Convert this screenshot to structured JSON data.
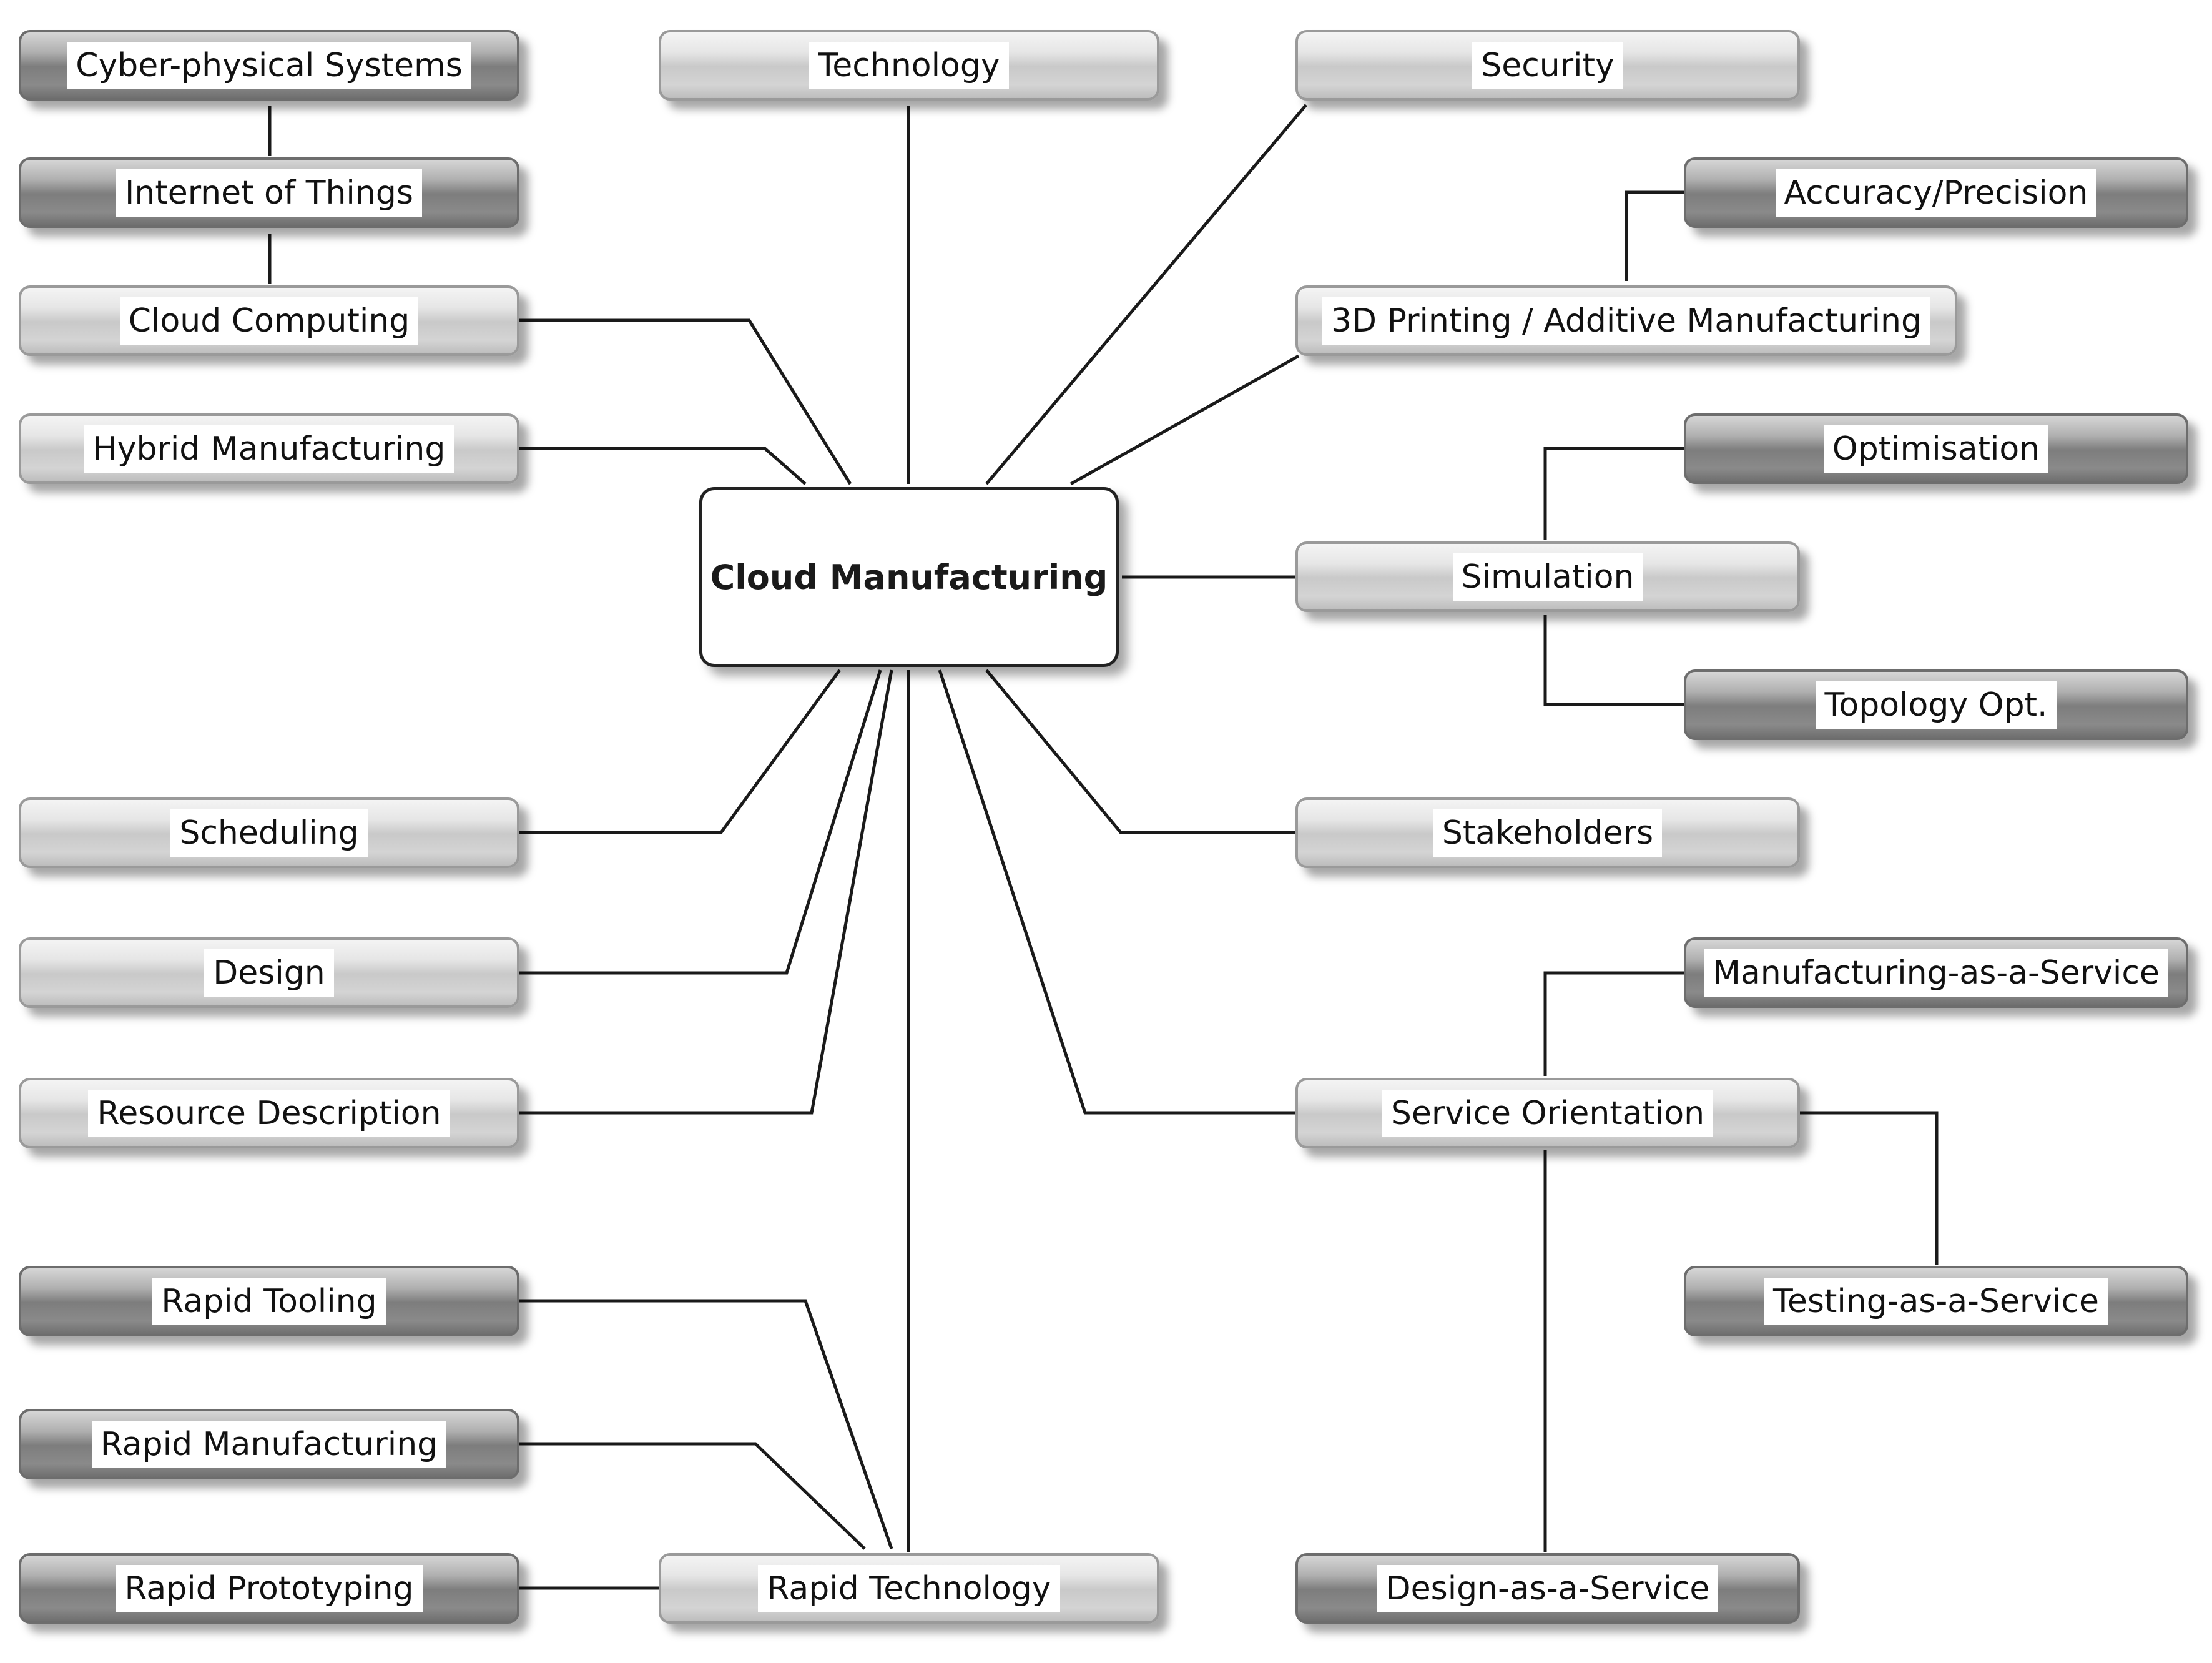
{
  "central": {
    "label": "Cloud Manufacturing"
  },
  "nodes": {
    "cyber_physical_systems": "Cyber-physical Systems",
    "internet_of_things": "Internet of Things",
    "cloud_computing": "Cloud Computing",
    "hybrid_manufacturing": "Hybrid Manufacturing",
    "scheduling": "Scheduling",
    "design": "Design",
    "resource_description": "Resource Description",
    "rapid_tooling": "Rapid Tooling",
    "rapid_manufacturing": "Rapid Manufacturing",
    "rapid_prototyping": "Rapid Prototyping",
    "technology": "Technology",
    "rapid_technology": "Rapid Technology",
    "security": "Security",
    "accuracy_precision": "Accuracy/Precision",
    "printing_3d": "3D Printing / Additive Manufacturing",
    "optimisation": "Optimisation",
    "simulation": "Simulation",
    "topology_opt": "Topology Opt.",
    "stakeholders": "Stakeholders",
    "manufacturing_as_a_service": "Manufacturing-as-a-Service",
    "service_orientation": "Service Orientation",
    "testing_as_a_service": "Testing-as-a-Service",
    "design_as_a_service": "Design-as-a-Service"
  }
}
